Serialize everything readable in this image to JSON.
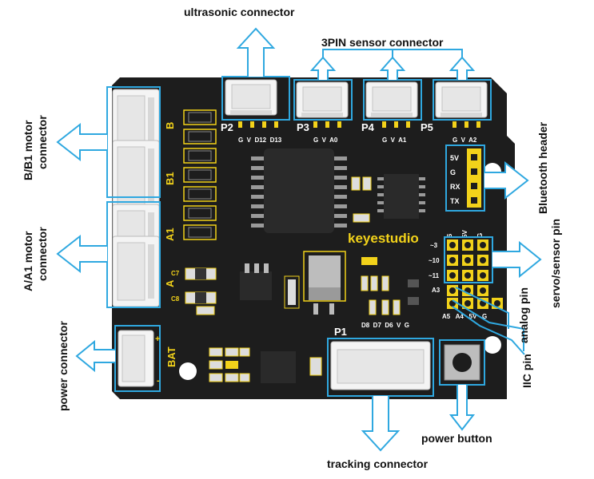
{
  "callouts": {
    "ultrasonic": "ultrasonic connector",
    "sensor3pin": "3PIN sensor connector",
    "bluetooth": "Bluetooth header",
    "servo": "servo/sensor pin",
    "analog": "analog pin",
    "iic": "IIC pin",
    "power_button": "power button",
    "tracking": "tracking connector",
    "power_connector": "power connector",
    "a_motor_1": "A/A1 motor",
    "a_motor_2": "connector",
    "b_motor_1": "B/B1 motor",
    "b_motor_2": "connector"
  },
  "board": {
    "brand": "keyestudio",
    "ports": {
      "p2": "P2",
      "p3": "P3",
      "p4": "P4",
      "p5": "P5",
      "p1": "P1",
      "b": "B",
      "b1": "B1",
      "a1": "A1",
      "a": "A",
      "bat": "BAT"
    },
    "pins": {
      "p2": "G  V  D12  D13",
      "p3": "G  V  A0",
      "p4": "G  V  A1",
      "p5": "G  V  A2",
      "p1": "D8  D7  D6  V  G",
      "bt": [
        "5V",
        "G",
        "RX",
        "TX"
      ],
      "servo_header": [
        "S",
        "5V",
        "G"
      ],
      "servo_rows": [
        "~3",
        "~10",
        "~11"
      ],
      "a3": "A3",
      "bottom": "A5   A4   5V   G",
      "c7": "C7",
      "c8": "C8",
      "plus": "+",
      "minus": "-"
    }
  },
  "colors": {
    "board": "#1d1d1d",
    "silkscreen": "#f2d21a",
    "callout_blue": "#2fa8e0",
    "connector": "#f3f3f3"
  }
}
